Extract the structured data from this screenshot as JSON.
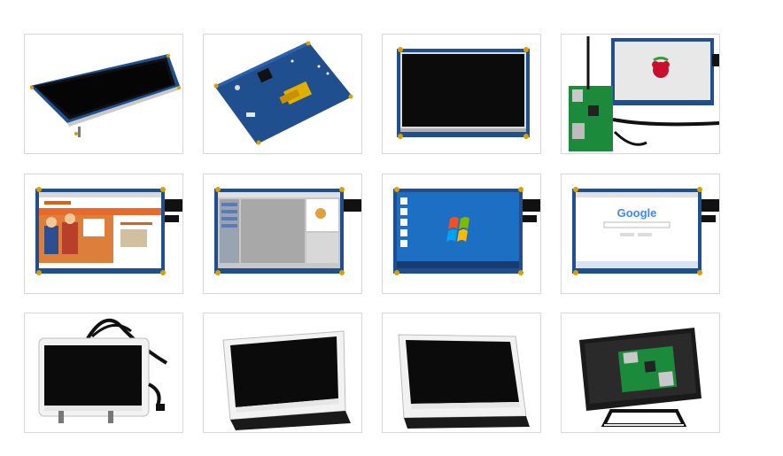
{
  "gallery": {
    "thumbnails": [
      {
        "name": "lcd-angled-front"
      },
      {
        "name": "pcb-back"
      },
      {
        "name": "lcd-front-off"
      },
      {
        "name": "lcd-with-pi-raspberry-logo"
      },
      {
        "name": "lcd-website-screen"
      },
      {
        "name": "lcd-scratch-screen"
      },
      {
        "name": "lcd-windows-desktop"
      },
      {
        "name": "lcd-google-screen"
      },
      {
        "name": "case-white-with-cables"
      },
      {
        "name": "case-white-angled-left"
      },
      {
        "name": "case-white-angled-right"
      },
      {
        "name": "case-back-with-pi"
      }
    ],
    "screen_texts": {
      "google_logo": "Google"
    },
    "colors": {
      "pcb_blue": "#1f4f8f",
      "bezel_white": "#f2f2f2",
      "screen_black": "#0b0b0b",
      "win_blue": "#1d6fc4",
      "cell_border": "#d8d8d8"
    }
  }
}
